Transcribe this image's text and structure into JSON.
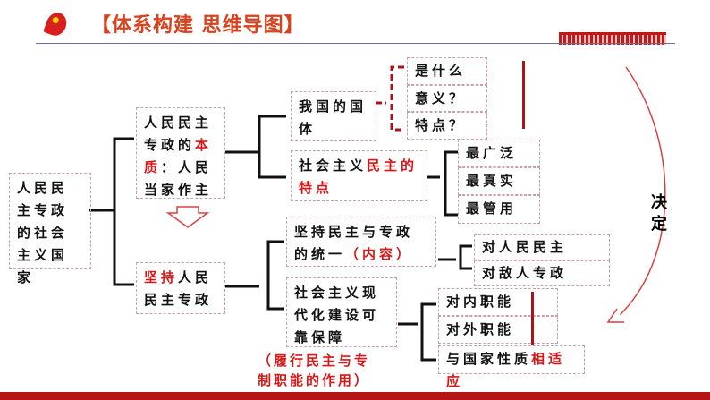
{
  "header": {
    "title": "【体系构建 思维导图】"
  },
  "root": "人民民主专政的社会主义国家",
  "essence": {
    "pre": "人民民主专政的",
    "red": "本质",
    "post": "：人民当家作主"
  },
  "adhere": {
    "red": "坚持",
    "post": "人民民主专政"
  },
  "guoti": "我国的国体",
  "guoti_items": [
    "是什么",
    "意义？",
    "特点？"
  ],
  "feature": {
    "pre": "社会主义",
    "red": "民主的特点"
  },
  "feature_items": [
    "最广泛",
    "最真实",
    "最管用"
  ],
  "unity": {
    "pre": "坚持民主与专政的统一",
    "red": "（内容）"
  },
  "unity_items": [
    "对人民民主",
    "对敌人专政"
  ],
  "guarantee": "社会主义现代化建设可靠保障",
  "functions": [
    "对内职能",
    "对外职能"
  ],
  "function_match": {
    "pre": "与国家性质",
    "red": "相适应"
  },
  "annotation": "（履行民主与专制职能的作用）",
  "decide": "决定"
}
